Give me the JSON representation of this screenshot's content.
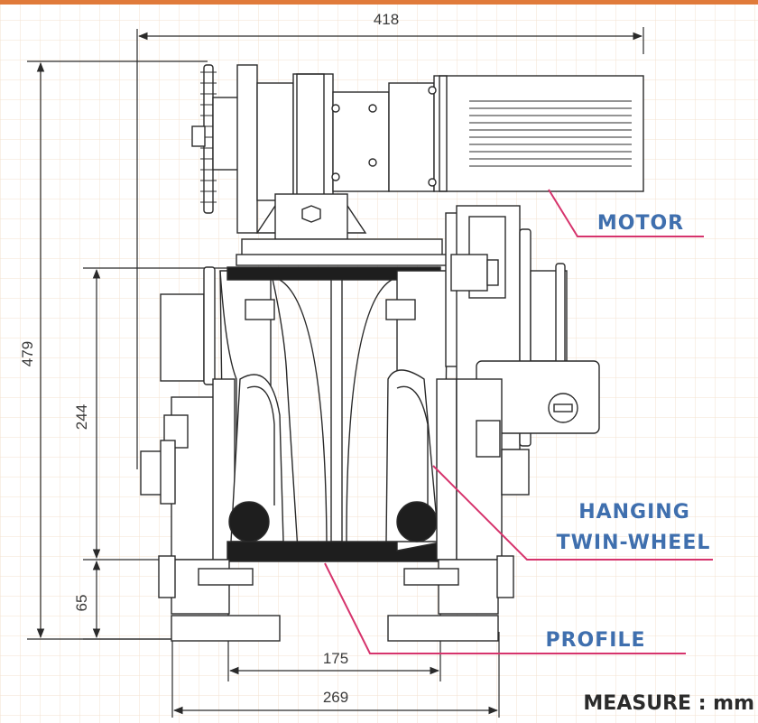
{
  "dimensions": {
    "overall_width": "418",
    "overall_height": "479",
    "wheel_height": "244",
    "base_height": "65",
    "inner_width": "175",
    "outer_width": "269"
  },
  "callouts": {
    "motor": "MOTOR",
    "hanging_line1": "HANGING",
    "hanging_line2": "TWIN-WHEEL",
    "profile": "PROFILE"
  },
  "measure_note": "MEASURE : mm",
  "colors": {
    "accent": "#e07a3a",
    "callout_text": "#3f6fae",
    "leader": "#d6336c",
    "grid": "#f3e2cf",
    "line": "#2a2a2a"
  }
}
